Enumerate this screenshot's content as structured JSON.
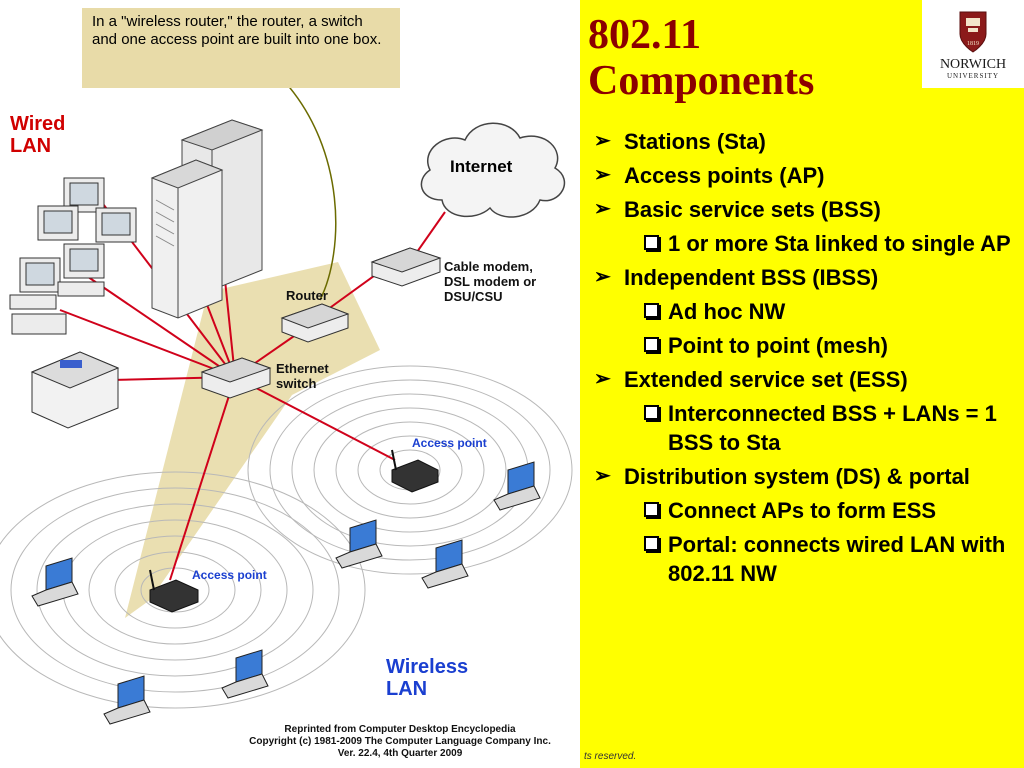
{
  "slide": {
    "title_line1": "802.11",
    "title_line2": "Components",
    "logo": {
      "name": "NORWICH",
      "sub": "UNIVERSITY",
      "seal_text": "1819",
      "icon": "norwich-seal-icon"
    },
    "bullets": [
      {
        "level": 1,
        "text": "Stations (Sta)"
      },
      {
        "level": 1,
        "text": "Access points (AP)"
      },
      {
        "level": 1,
        "text": "Basic service sets (BSS)"
      },
      {
        "level": 2,
        "text": "1 or more Sta linked to single AP"
      },
      {
        "level": 1,
        "text": "Independent BSS (IBSS)"
      },
      {
        "level": 2,
        "text": "Ad hoc NW"
      },
      {
        "level": 2,
        "text": "Point to point (mesh)"
      },
      {
        "level": 1,
        "text": "Extended service set (ESS)"
      },
      {
        "level": 2,
        "text": "Interconnected BSS + LANs = 1 BSS to Sta"
      },
      {
        "level": 1,
        "text": "Distribution system (DS) & portal"
      },
      {
        "level": 2,
        "text": "Connect APs to form ESS"
      },
      {
        "level": 2,
        "text": "Portal: connects wired LAN with 802.11 NW"
      }
    ],
    "copyright_fragment": "ts reserved.",
    "colors": {
      "panel": "#ffff00",
      "title": "#8b0000",
      "wired_label": "#d00000",
      "wireless_label": "#1a3fd0",
      "callout": "#e8dba8",
      "links": "#d0021b",
      "router_zone": "#e8dba8"
    }
  },
  "diagram": {
    "callout": "In a \"wireless router,\" the router, a switch and one access point are built into one box.",
    "wired_lan": "Wired LAN",
    "internet": "Internet",
    "modem": "Cable modem, DSL modem or DSU/CSU",
    "router": "Router",
    "switch": "Ethernet switch",
    "ap_right": "Access point",
    "ap_left": "Access point",
    "wireless_lan": "Wireless LAN",
    "credit_line1": "Reprinted from Computer Desktop Encyclopedia",
    "credit_line2": "Copyright (c) 1981-2009 The Computer Language Company Inc.",
    "credit_line3": "Ver. 22.4, 4th Quarter 2009"
  }
}
